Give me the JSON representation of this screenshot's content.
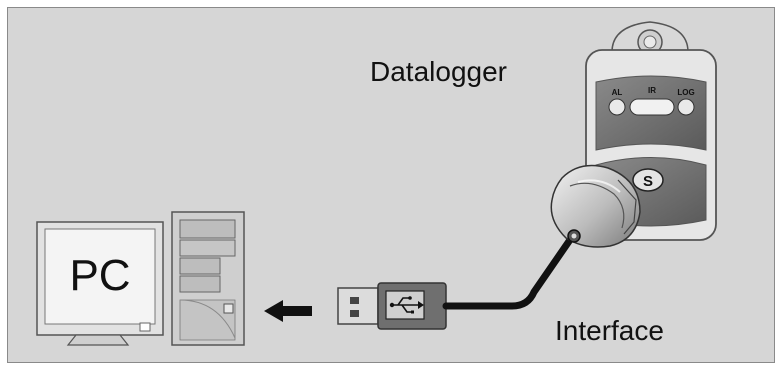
{
  "labels": {
    "datalogger": "Datalogger",
    "pc": "PC",
    "interface": "Interface"
  },
  "logger_leds": {
    "al": "AL",
    "ir": "IR",
    "log": "LOG"
  },
  "logger_button": "S",
  "colors": {
    "background": "#d6d6d6",
    "cable": "#111111",
    "device_body": "#e6e6e6",
    "device_dark": "#6e6e6e"
  }
}
